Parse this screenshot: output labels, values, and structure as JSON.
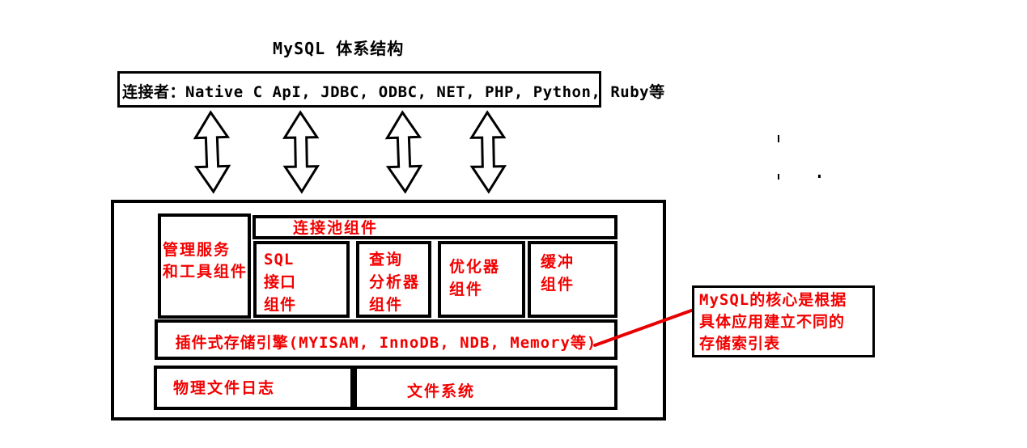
{
  "title": "MySQL 体系结构",
  "connectors": {
    "label": "连接者：Native C ApI, JDBC, ODBC, NET, PHP, Python, Ruby等"
  },
  "icons": {
    "flow_arrow": "double-vertical-arrow"
  },
  "server_box": {
    "management": {
      "lines": [
        "管理服务",
        "和工具组件"
      ]
    },
    "connection_pool": {
      "label": "连接池组件"
    },
    "components": [
      {
        "id": "sql-interface",
        "lines": [
          "SQL",
          "接口",
          "组件"
        ]
      },
      {
        "id": "query-parser",
        "lines": [
          "查询",
          "分析器",
          "组件"
        ]
      },
      {
        "id": "optimizer",
        "lines": [
          "优化器",
          "组件"
        ]
      },
      {
        "id": "buffer",
        "lines": [
          "缓冲",
          "组件"
        ]
      }
    ],
    "storage_engine": {
      "label": "插件式存储引擎(MYISAM, InnoDB, NDB, Memory等)"
    },
    "physical_logs": {
      "label": "物理文件日志"
    },
    "file_system": {
      "label": "文件系统"
    }
  },
  "annotation": {
    "lines": [
      "MySQL的核心是根据",
      "具体应用建立不同的",
      "存储索引表"
    ]
  },
  "colors": {
    "text_accent": "#f20000",
    "border_ink": "#000000",
    "callout_line": "#e80000",
    "background": "#ffffff"
  }
}
